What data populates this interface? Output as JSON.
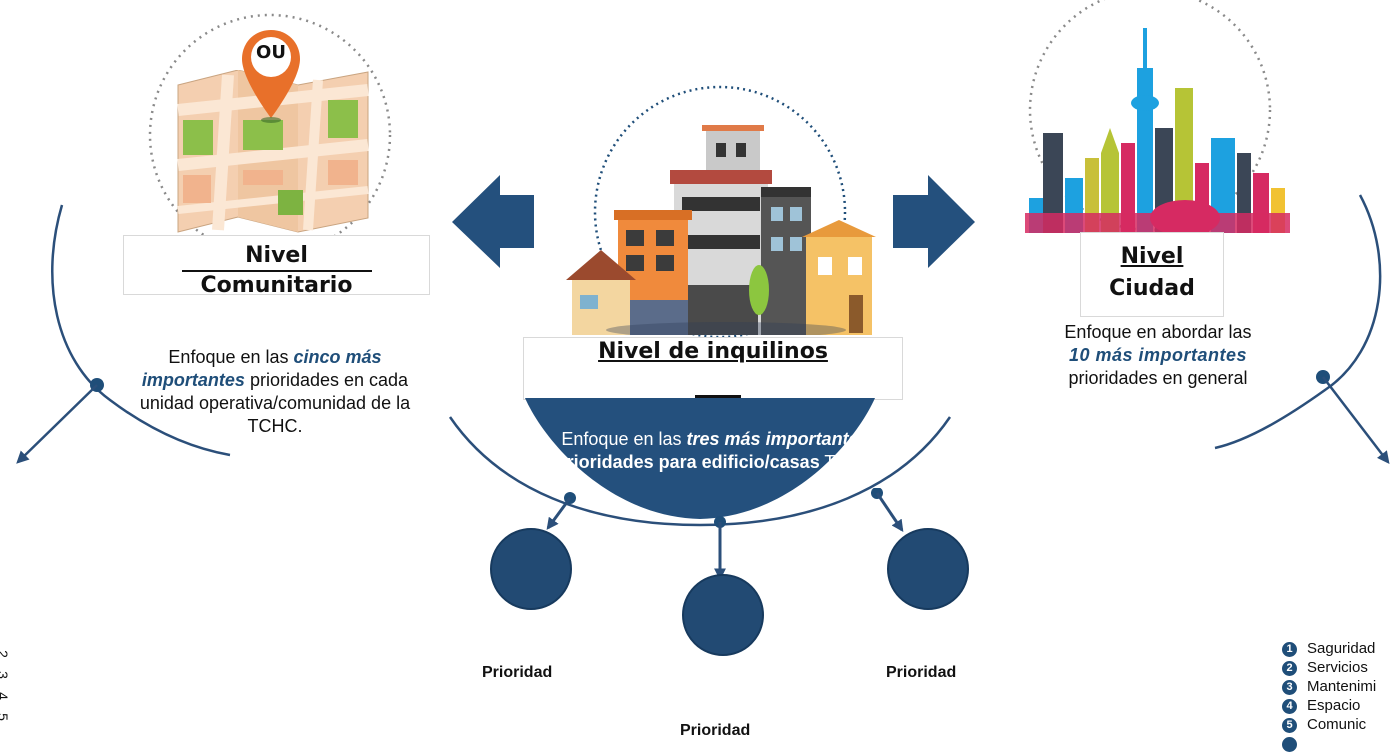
{
  "community": {
    "pin_label": "OU",
    "title_line1": "Nivel",
    "title_line2": "Comunitario",
    "desc_pre": "Enfoque en las ",
    "desc_em": "cinco más importantes",
    "desc_post": " prioridades en cada unidad operativa/comunidad de la TCHC."
  },
  "tenants": {
    "title": "Nivel de inquilinos",
    "desc_pre": "Enfoque en las ",
    "desc_em": "tres más importantes",
    "desc_bold": " prioridades para edificio/casas",
    "desc_post": " TCHC"
  },
  "city": {
    "title_line1": "Nivel",
    "title_line2": "Ciudad",
    "desc_pre": "Enfoque en abordar las",
    "desc_em": "10 más importantes",
    "desc_post": "prioridades en general"
  },
  "priorities": {
    "left": "Prioridad",
    "right": "Prioridad",
    "bottom": "Prioridad"
  },
  "legend": [
    {
      "num": "1",
      "text": "Saguridad"
    },
    {
      "num": "2",
      "text": "Servicios"
    },
    {
      "num": "3",
      "text": "Mantenimi"
    },
    {
      "num": "4",
      "text": "Espacio"
    },
    {
      "num": "5",
      "text": "Comunic"
    }
  ],
  "edge_numbers": [
    "2",
    "3",
    "4",
    "5"
  ],
  "colors": {
    "navy": "#1f4e79",
    "dark_navy": "#224a73",
    "pin_orange": "#e8702a"
  }
}
